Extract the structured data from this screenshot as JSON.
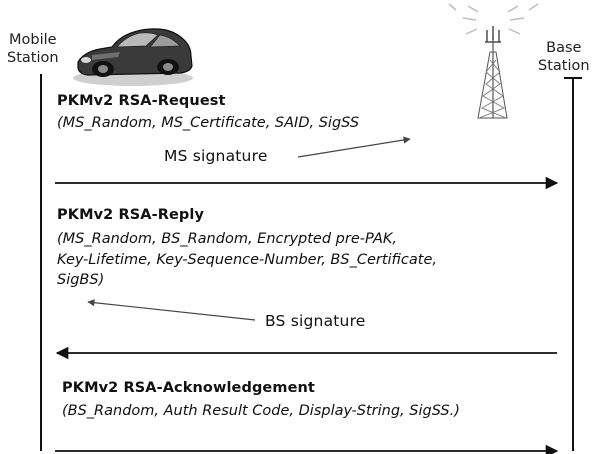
{
  "mobile_station": {
    "line1": "Mobile",
    "line2": "Station"
  },
  "base_station": {
    "line1": "Base",
    "line2": "Station"
  },
  "messages": [
    {
      "title": "PKMv2 RSA-Request",
      "params": [
        "(MS_Random, MS_Certificate, SAID, SigSS"
      ]
    },
    {
      "title": "PKMv2 RSA-Reply",
      "params": [
        "(MS_Random, BS_Random, Encrypted pre-PAK,",
        "Key-Lifetime,  Key-Sequence-Number, BS_Certificate,",
        "SigBS)"
      ]
    },
    {
      "title": "PKMv2 RSA-Acknowledgement",
      "params": [
        "(BS_Random, Auth Result Code, Display-String, SigSS.)"
      ]
    }
  ],
  "callouts": {
    "ms_signature": "MS signature",
    "bs_signature": "BS signature"
  }
}
